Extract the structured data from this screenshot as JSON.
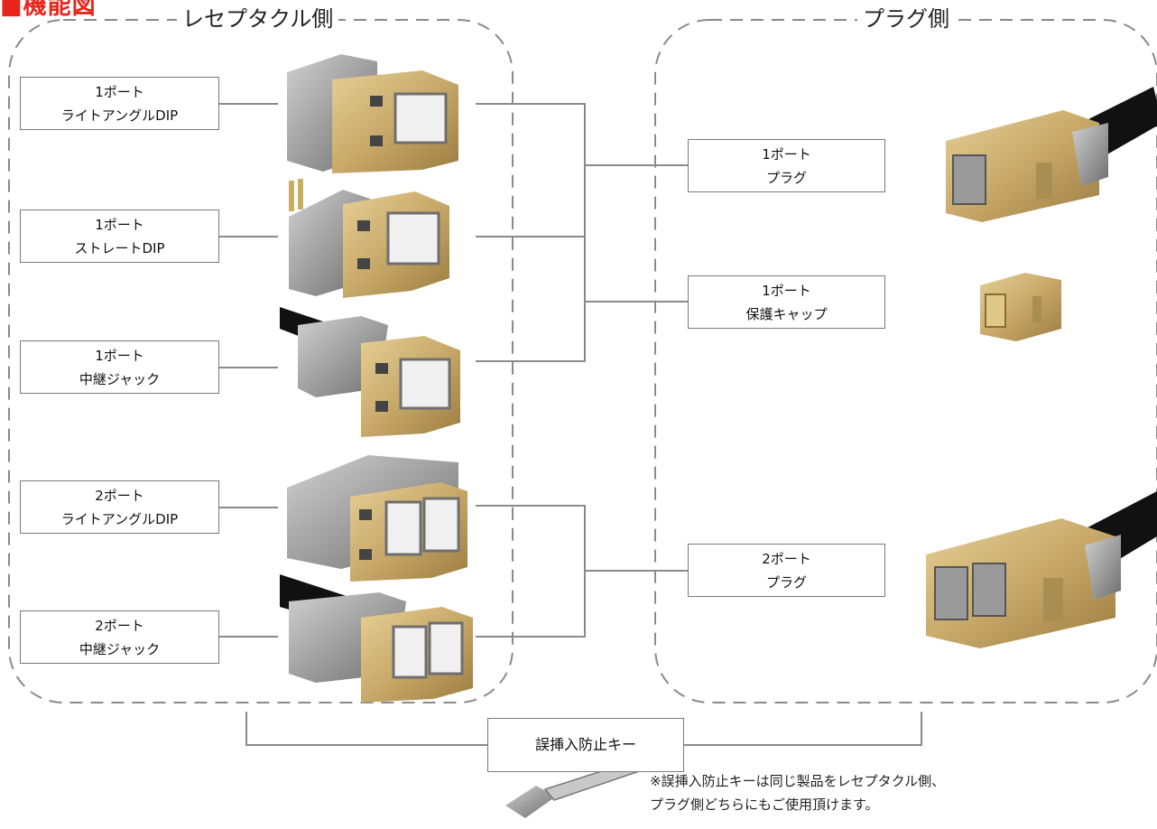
{
  "title": "■機能図",
  "groups": {
    "receptacle": "レセプタクル側",
    "plug": "プラグ側"
  },
  "receptacle_items": [
    {
      "line1": "1ポート",
      "line2": "ライトアングルDIP"
    },
    {
      "line1": "1ポート",
      "line2": "ストレートDIP"
    },
    {
      "line1": "1ポート",
      "line2": "中継ジャック"
    },
    {
      "line1": "2ポート",
      "line2": "ライトアングルDIP"
    },
    {
      "line1": "2ポート",
      "line2": "中継ジャック"
    }
  ],
  "plug_items": [
    {
      "line1": "1ポート",
      "line2": "プラグ"
    },
    {
      "line1": "1ポート",
      "line2": "保護キャップ"
    },
    {
      "line1": "2ポート",
      "line2": "プラグ"
    }
  ],
  "key": {
    "label": "誤挿入防止キー",
    "note_line1": "※誤挿入防止キーは同じ製品をレセプタクル側、",
    "note_line2": "プラグ側どちらにもご使用頂けます。"
  },
  "colors": {
    "title": "#e8251b",
    "dash": "#8a8a8a",
    "wire": "#8a8a8a",
    "brass": "#c8a96a",
    "steel": "#9a9a9a"
  }
}
